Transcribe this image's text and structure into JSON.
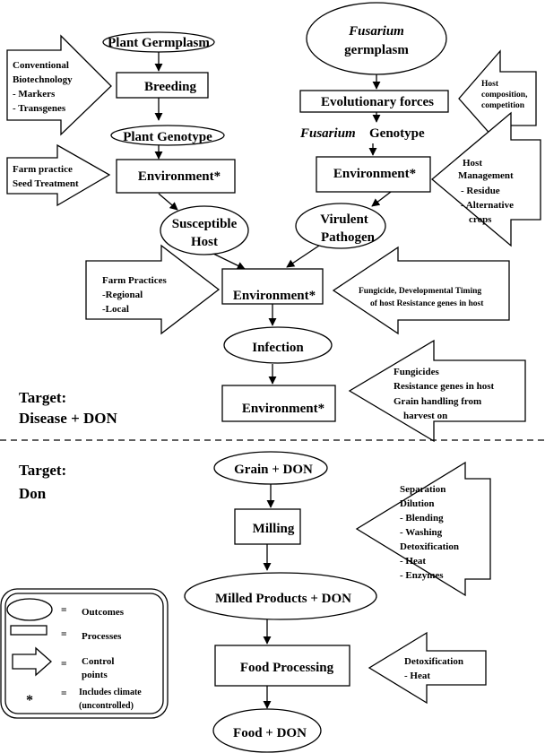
{
  "outcomes": {
    "plant_germplasm": "Plant Germplasm",
    "fusarium_germplasm_italic": "Fusarium",
    "fusarium_germplasm_rest": "germplasm",
    "plant_genotype": "Plant Genotype",
    "fusarium_genotype_italic": "Fusarium",
    "fusarium_genotype_rest": "Genotype",
    "susceptible_host_line1": "Susceptible",
    "susceptible_host_line2": "Host",
    "virulent_pathogen_line1": "Virulent",
    "virulent_pathogen_line2": "Pathogen",
    "infection": "Infection",
    "grain_don": "Grain + DON",
    "milled_products_don": "Milled Products + DON",
    "food_don": "Food + DON"
  },
  "processes": {
    "breeding": "Breeding",
    "evolutionary_forces": "Evolutionary forces",
    "environment_left": "Environment*",
    "environment_right": "Environment*",
    "environment_center": "Environment*",
    "environment_lower": "Environment*",
    "milling": "Milling",
    "food_processing": "Food Processing"
  },
  "control_points": {
    "conventional": [
      "Conventional",
      "Biotechnology",
      "- Markers",
      "- Transgenes"
    ],
    "host_composition": [
      "Host",
      "composition,",
      "competition"
    ],
    "farm_practice": [
      "Farm practice",
      "Seed Treatment"
    ],
    "host_management": [
      "Host",
      "Management",
      "- Residue",
      "- Alternative",
      "crops"
    ],
    "farm_practices": [
      "Farm Practices",
      "-Regional",
      "-Local"
    ],
    "fungicide_timing": [
      "Fungicide, Developmental Timing",
      "of host Resistance genes in host"
    ],
    "fungicides": [
      "Fungicides",
      "Resistance genes in host",
      "Grain handling from",
      "harvest on"
    ],
    "separation": [
      "Separation",
      "Dilution",
      "- Blending",
      "- Washing",
      "Detoxification",
      "- Heat",
      "- Enzymes"
    ],
    "detoxification": [
      "Detoxification",
      "- Heat"
    ]
  },
  "targets": {
    "upper_line1": "Target:",
    "upper_line2": "Disease + DON",
    "lower_line1": "Target:",
    "lower_line2": "Don"
  },
  "legend": {
    "eq": "=",
    "outcomes": "Outcomes",
    "processes": "Processes",
    "control_line1": "Control",
    "control_line2": "points",
    "star": "*",
    "climate_line1": "Includes climate",
    "climate_line2": "(uncontrolled)"
  }
}
